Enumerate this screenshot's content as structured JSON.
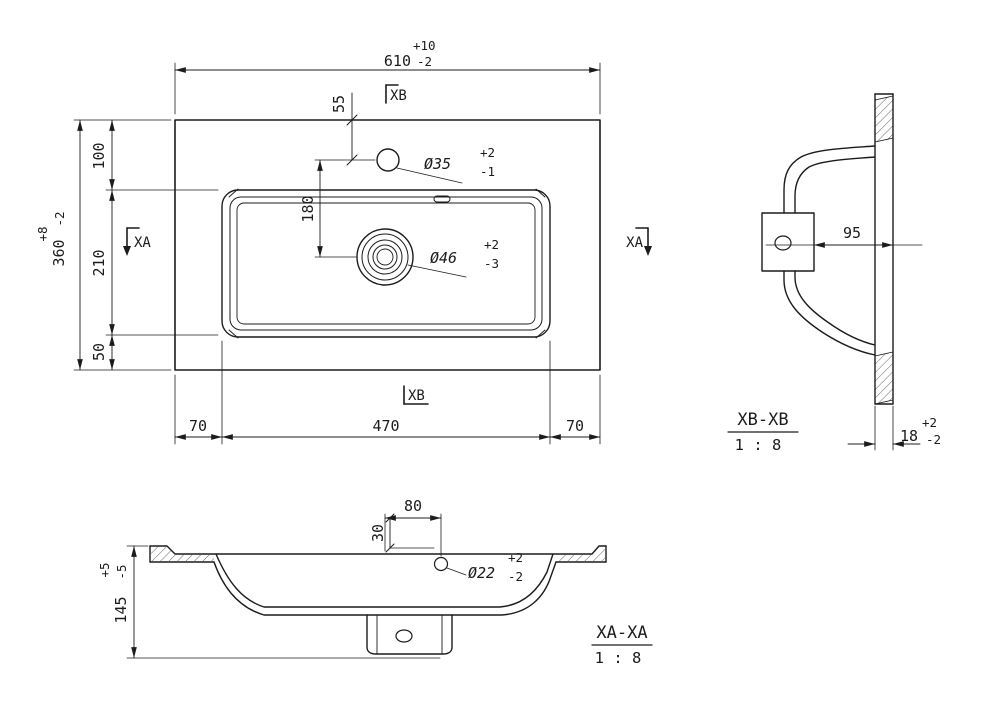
{
  "page": {
    "background": "#ffffff",
    "line_color": "#1c1c1c"
  },
  "plan": {
    "width_value": "610",
    "width_tol_plus": "+10",
    "width_tol_minus": "-2",
    "height_value": "360",
    "height_tol_plus": "+8",
    "height_tol_minus": "-2",
    "dim_100": "100",
    "dim_210": "210",
    "dim_50": "50",
    "dim_55": "55",
    "dim_180": "180",
    "faucet_label": "Ø35",
    "faucet_tol_plus": "+2",
    "faucet_tol_minus": "-1",
    "drain_label": "Ø46",
    "drain_tol_plus": "+2",
    "drain_tol_minus": "-3",
    "dim_70_left": "70",
    "dim_470": "470",
    "dim_70_right": "70",
    "xa_label": "XA",
    "xb_label": "XB"
  },
  "section_xb": {
    "title": "XB-XB",
    "scale": "1 : 8",
    "dim_95": "95",
    "thickness_value": "18",
    "thickness_tol_plus": "+2",
    "thickness_tol_minus": "-2"
  },
  "section_xa": {
    "title": "XA-XA",
    "scale": "1 : 8",
    "dim_80": "80",
    "dim_30": "30",
    "hole_label": "Ø22",
    "hole_tol_plus": "+2",
    "hole_tol_minus": "-2",
    "depth_value": "145",
    "depth_tol_plus": "+5",
    "depth_tol_minus": "-5"
  }
}
